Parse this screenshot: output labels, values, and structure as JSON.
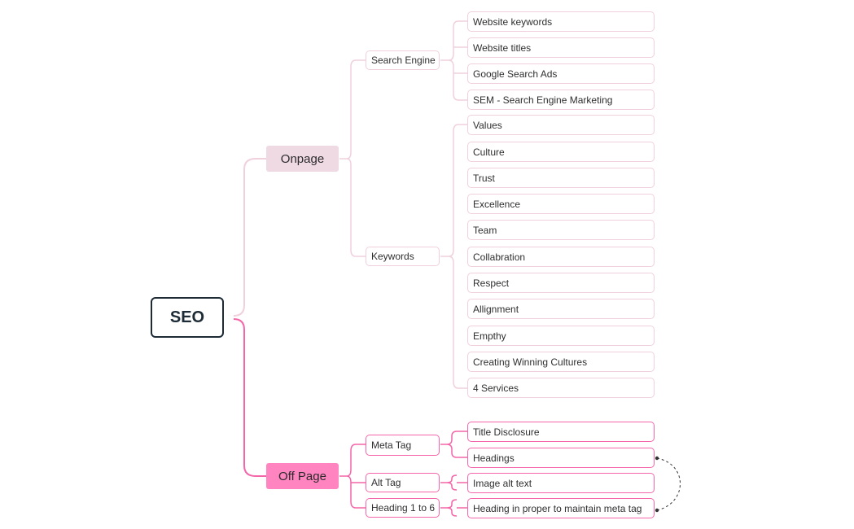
{
  "root": {
    "label": "SEO"
  },
  "branches": {
    "onpage": {
      "label": "Onpage",
      "search_engine": {
        "label": "Search Engine",
        "items": [
          "Website keywords",
          "Website titles",
          "Google Search Ads",
          "SEM - Search Engine Marketing"
        ]
      },
      "keywords": {
        "label": "Keywords",
        "items": [
          "Values",
          "Culture",
          "Trust",
          "Excellence",
          "Team",
          "Collabration",
          "Respect",
          "Allignment",
          "Empthy",
          "Creating Winning Cultures",
          "4 Services"
        ]
      }
    },
    "offpage": {
      "label": "Off Page",
      "meta_tag": {
        "label": "Meta Tag",
        "items": [
          "Title Disclosure",
          "Headings"
        ]
      },
      "alt_tag": {
        "label": "Alt Tag",
        "items": [
          "Image alt text"
        ]
      },
      "heading": {
        "label": "Heading 1 to 6",
        "items": [
          "Heading in proper to maintain meta tag"
        ]
      }
    }
  },
  "colors": {
    "root_border": "#1c2b36",
    "onpage_fill": "#efd9e3",
    "offpage_fill": "#ff84bf",
    "soft_line": "#f0d0dd",
    "hot_line": "#f466a9"
  }
}
